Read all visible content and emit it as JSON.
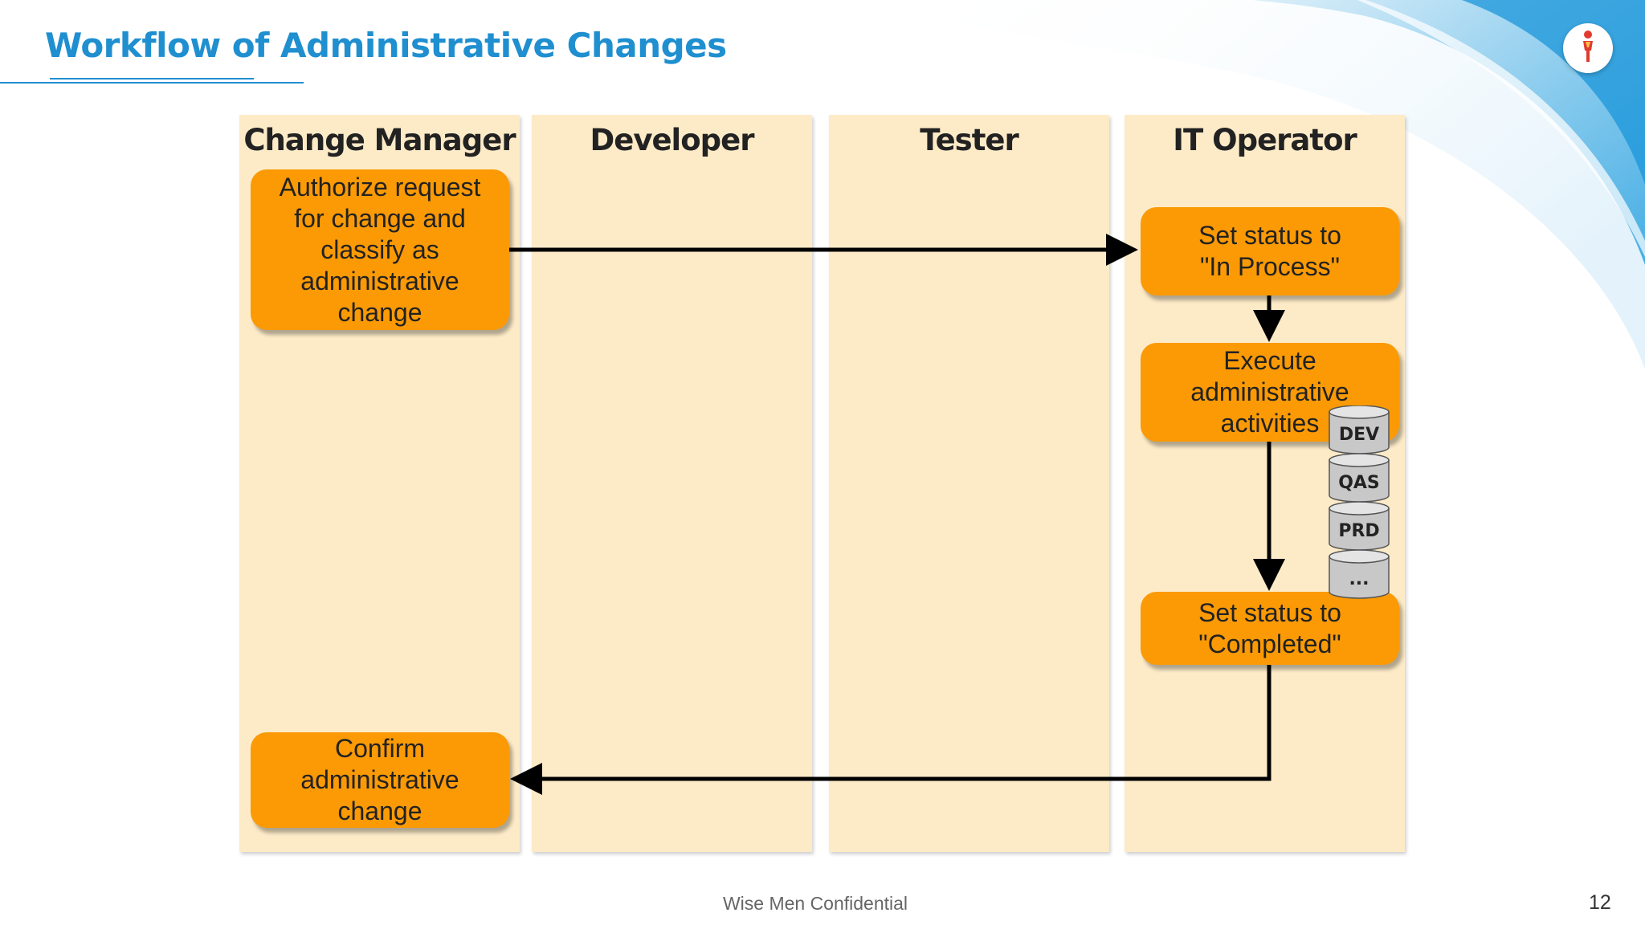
{
  "slide": {
    "title": "Workflow of Administrative Changes",
    "footer": "Wise Men Confidential",
    "page_number": "12",
    "logo_icon": "person-icon",
    "accent_color": "#1f8fd0"
  },
  "lanes": [
    {
      "id": "change-manager",
      "title": "Change Manager"
    },
    {
      "id": "developer",
      "title": "Developer"
    },
    {
      "id": "tester",
      "title": "Tester"
    },
    {
      "id": "it-operator",
      "title": "IT Operator"
    }
  ],
  "steps": {
    "authorize": "Authorize request for change and classify as administrative change",
    "set_in_process": "Set status to \"In Process\"",
    "execute": "Execute administrative activities",
    "set_completed": "Set status to \"Completed\"",
    "confirm": "Confirm administrative change"
  },
  "systems": [
    "DEV",
    "QAS",
    "PRD",
    "..."
  ],
  "colors": {
    "lane_background": "#fdebc8",
    "step_box": "#fb9a05",
    "database": "#c8c8c8"
  }
}
